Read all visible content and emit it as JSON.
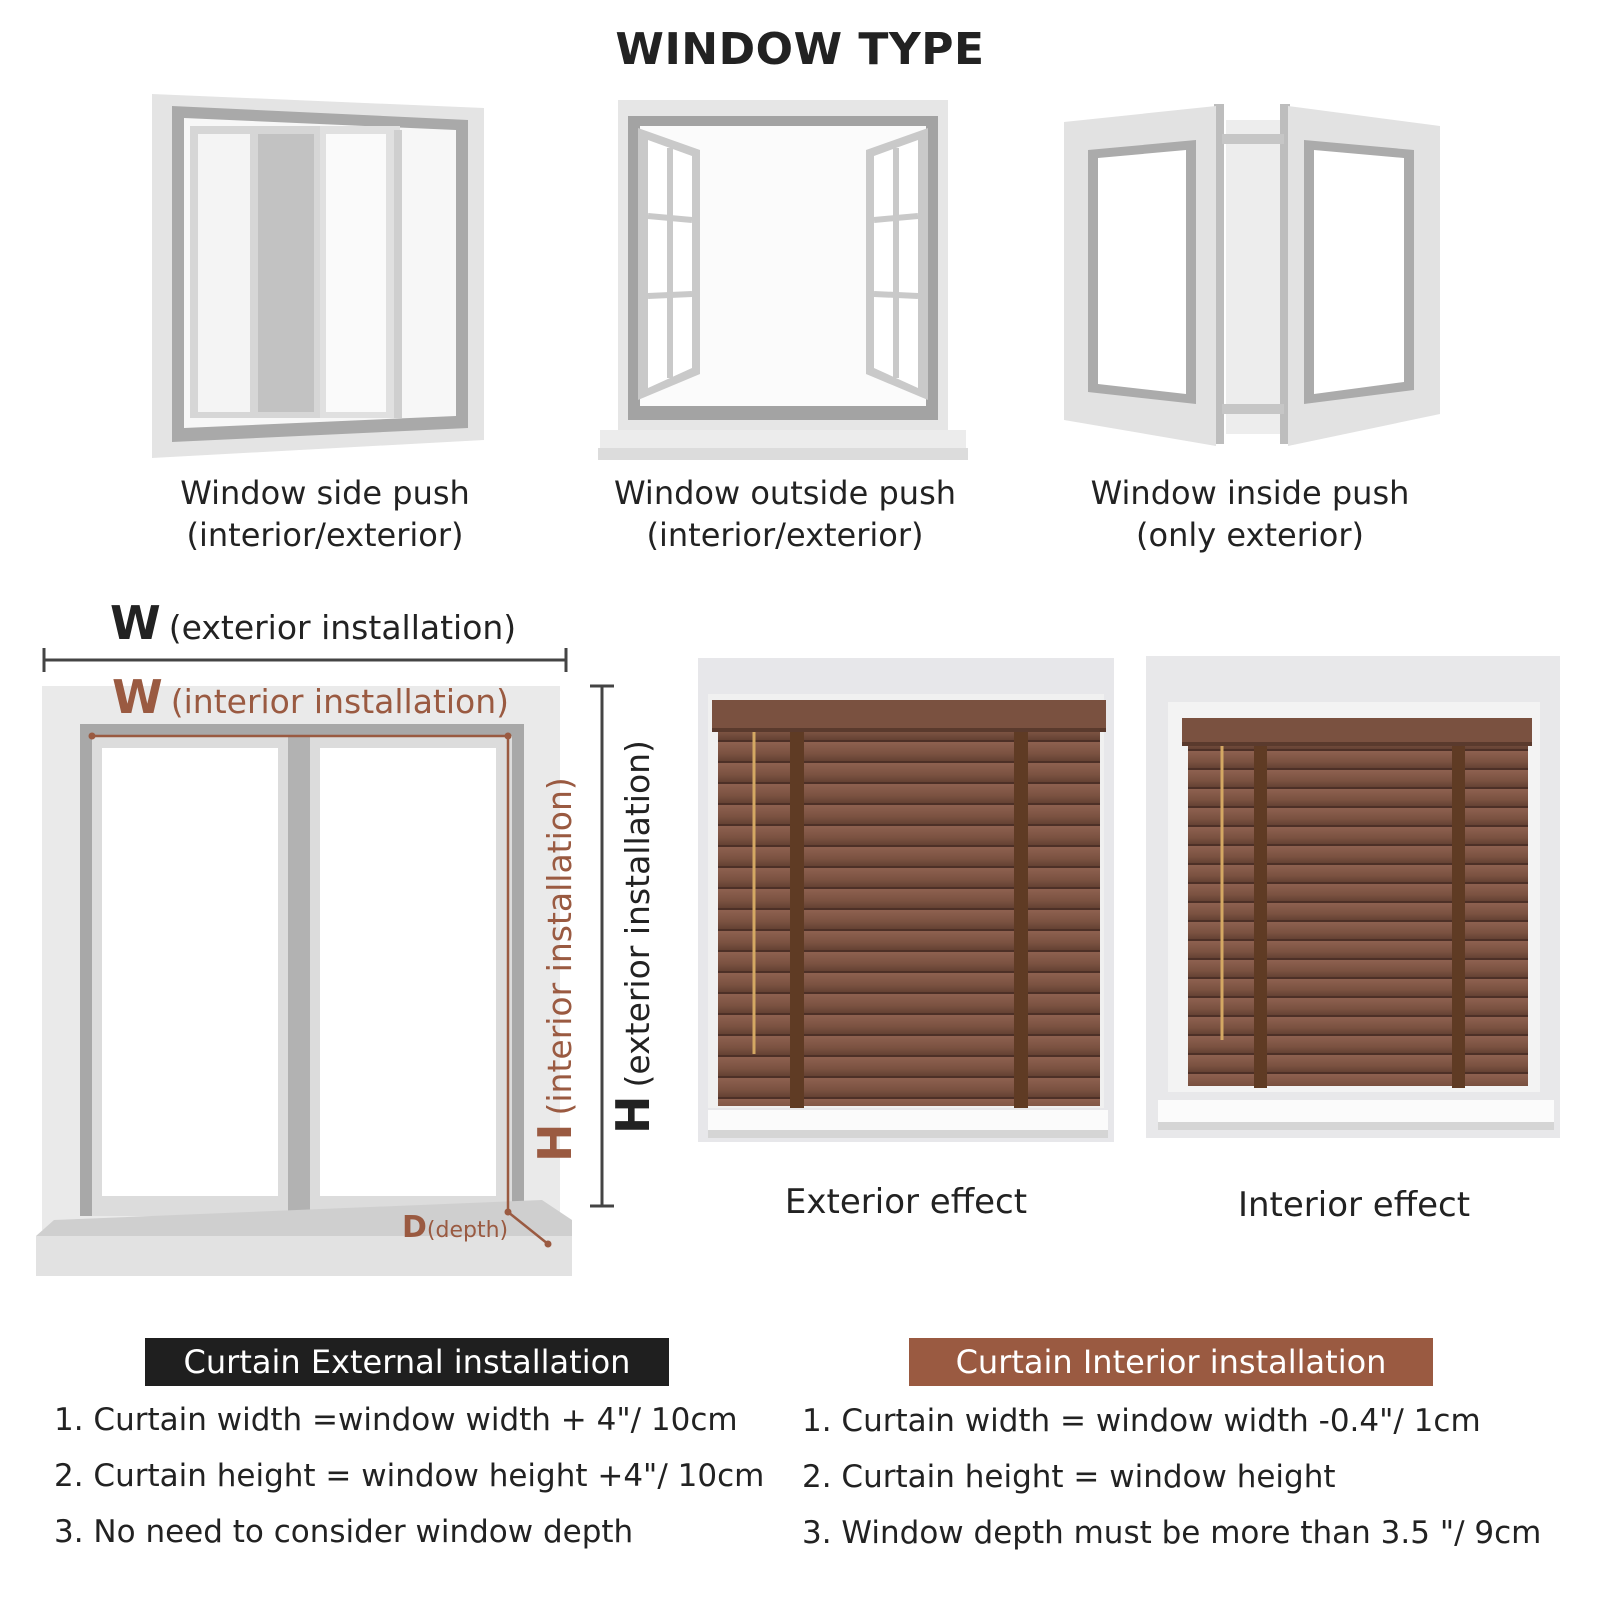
{
  "title": "WINDOW TYPE",
  "window_types": [
    {
      "line1": "Window side push",
      "line2": "(interior/exterior)"
    },
    {
      "line1": "Window outside push",
      "line2": "(interior/exterior)"
    },
    {
      "line1": "Window inside push",
      "line2": "(only exterior)"
    }
  ],
  "measurements": {
    "w_letter": "W",
    "w_exterior": "(exterior installation)",
    "w_interior": "(interior installation)",
    "h_letter": "H",
    "h_exterior": "(exterior installation)",
    "h_interior": "(interior installation)",
    "d_letter": "D",
    "d_label": "(depth)"
  },
  "effects": {
    "exterior": "Exterior effect",
    "interior": "Interior effect"
  },
  "external": {
    "heading": "Curtain External installation",
    "items": [
      "1. Curtain width =window width + 4\"/ 10cm",
      "2. Curtain height = window height +4\"/ 10cm",
      "3. No need to consider window depth"
    ]
  },
  "interior": {
    "heading": "Curtain Interior installation",
    "items": [
      "1. Curtain width = window width -0.4\"/ 1cm",
      "2. Curtain height = window height",
      "3. Window depth must be more than 3.5 \"/ 9cm"
    ]
  },
  "colors": {
    "accent_brown": "#9a5a41",
    "banner_dark": "#1f1f1f",
    "frame_gray": "#a8a8a8",
    "blind_wood": "#7f5442"
  }
}
